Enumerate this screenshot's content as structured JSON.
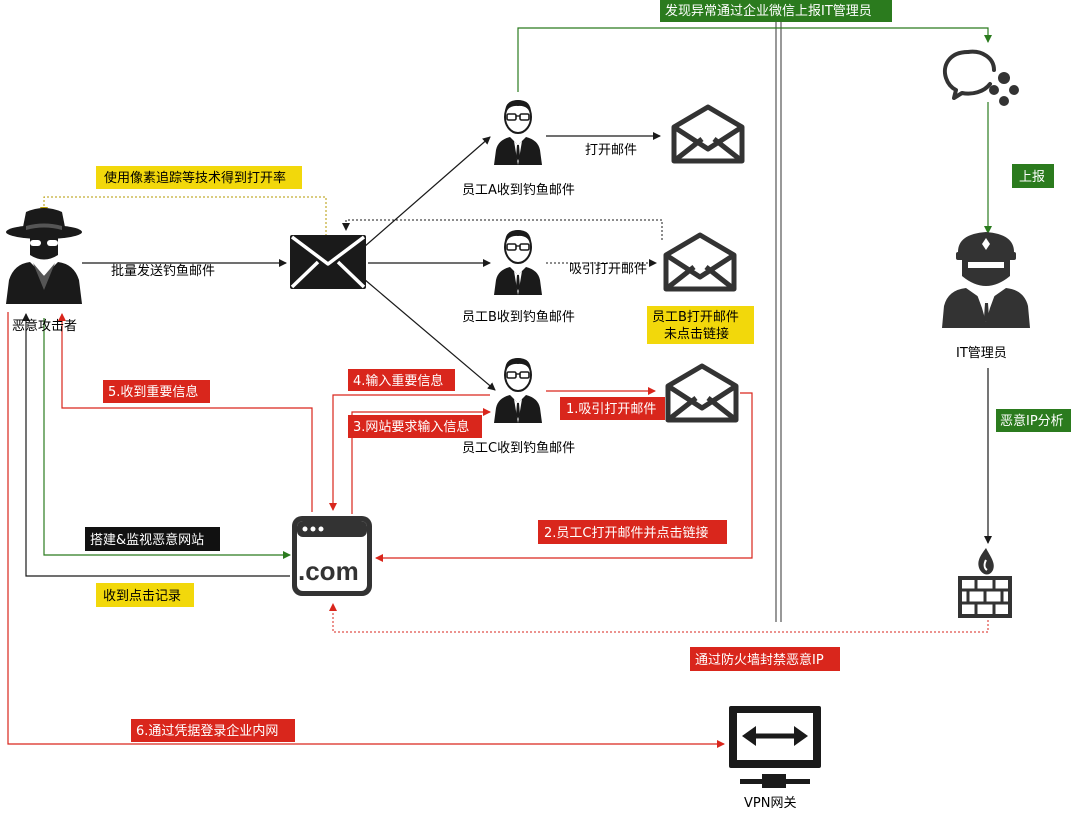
{
  "nodes": {
    "attacker": "恶意攻击者",
    "employee_a": "员工A收到钓鱼邮件",
    "employee_b": "员工B收到钓鱼邮件",
    "employee_c": "员工C收到钓鱼邮件",
    "it_admin": "IT管理员",
    "vpn": "VPN网关",
    "website_text": ".com"
  },
  "labels": {
    "open_mail": "打开邮件",
    "lure_open": "吸引打开邮件",
    "batch_send": "批量发送钓鱼邮件",
    "pixel_track": "使用像素追踪等技术得到打开率",
    "b_open_1": "员工B打开邮件",
    "b_open_2": "未点击链接",
    "report_top": "发现异常通过企业微信上报IT管理员",
    "report": "上报",
    "ip_analysis": "恶意IP分析",
    "firewall_block": "通过防火墙封禁恶意IP",
    "step1": "1.吸引打开邮件",
    "step2": "2.员工C打开邮件并点击链接",
    "step3": "3.网站要求输入信息",
    "step4": "4.输入重要信息",
    "step5": "5.收到重要信息",
    "step6": "6.通过凭据登录企业内网",
    "build_site": "搭建&监视恶意网站",
    "click_record": "收到点击记录"
  },
  "colors": {
    "red": "#d9261c",
    "green": "#2b7b1e",
    "yellow": "#f2d80b",
    "black": "#1a1a1a",
    "dark": "#333333"
  }
}
